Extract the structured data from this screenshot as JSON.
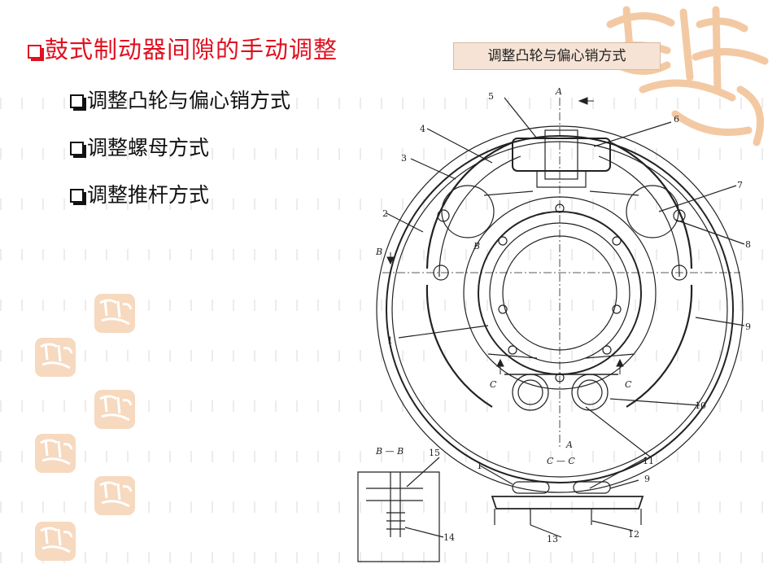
{
  "slide": {
    "title": "鼓式制动器间隙的手动调整",
    "bullets": [
      {
        "label": "调整凸轮与偏心销方式"
      },
      {
        "label": "调整螺母方式"
      },
      {
        "label": "调整推杆方式"
      }
    ],
    "caption": "调整凸轮与偏心销方式"
  },
  "diagram": {
    "part_numbers": [
      "1",
      "2",
      "3",
      "4",
      "5",
      "6",
      "7",
      "8",
      "9",
      "10",
      "11",
      "12",
      "13",
      "14",
      "15"
    ],
    "section_marks": {
      "a_top": "A",
      "a_bottom": "A",
      "b_left": "B",
      "b_inner": "B",
      "c_left": "C",
      "c_right": "C",
      "section_bb": "B — B",
      "section_cc": "C — C"
    }
  },
  "colors": {
    "title": "#e01020",
    "tag_bg": "#f6e3d6",
    "watermark": "#f3c9a3"
  }
}
